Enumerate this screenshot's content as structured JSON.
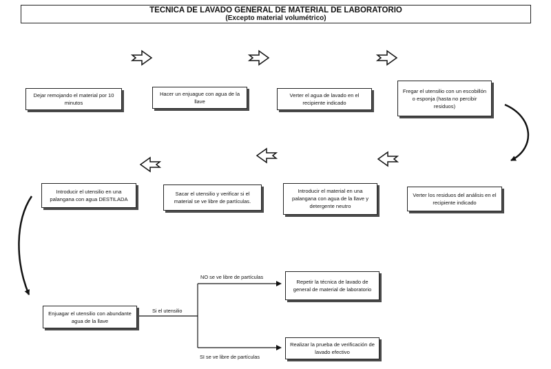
{
  "title": "TECNICA DE LAVADO GENERAL DE MATERIAL DE LABORATORIO",
  "subtitle": "(Excepto material volumétrico)",
  "steps": [
    {
      "id": "s1",
      "text": "Dejar remojando el material por 10 minutos"
    },
    {
      "id": "s2",
      "text": "Hacer un enjuague con agua de la llave"
    },
    {
      "id": "s3",
      "text": "Verter el agua de lavado en el recipiente indicado"
    },
    {
      "id": "s4",
      "text": "Fregar el utensilio con un escobillón o esponja (hasta no percibir residuos)"
    },
    {
      "id": "s5",
      "text": "Verter los residuos del análisis en el recipiente indicado"
    },
    {
      "id": "s6",
      "text": "Introducir el material en una palangana con agua de la llave y detergente neutro"
    },
    {
      "id": "s7",
      "text": "Sacar el utensilio y verificar si el material se ve libre de partículas."
    },
    {
      "id": "s8",
      "text": "Introducir el utensilio en una palangana con agua DESTILADA"
    },
    {
      "id": "s9",
      "text": "Enjuagar el utensilio con abundante agua de la llave"
    },
    {
      "id": "s10",
      "text": "Repetir la técnica de lavado de general de material de laboratorio"
    },
    {
      "id": "s11",
      "text": "Realizar la prueba de verificación de lavado efectivo"
    }
  ],
  "branch_labels": {
    "root": "Si el utensilio",
    "no": "NO se ve libre de partículas",
    "yes": "SI se ve libre de partículas"
  }
}
